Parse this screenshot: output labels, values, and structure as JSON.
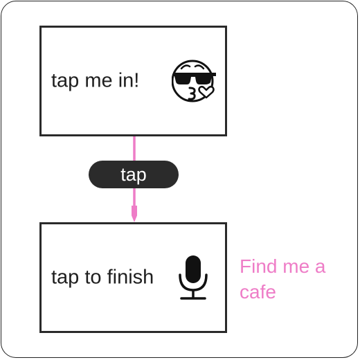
{
  "nodes": {
    "start": {
      "label": "tap me in!",
      "icon": "kissing-sunglasses-emoji-icon"
    },
    "end": {
      "label": "tap to finish",
      "icon": "microphone-icon"
    }
  },
  "edge": {
    "label": "tap"
  },
  "note": {
    "text": "Find me a cafe"
  },
  "colors": {
    "accent": "#ee7dc7",
    "stroke": "#2a2a2a",
    "pill_fill": "#2b2b2b",
    "background": "#ffffff"
  }
}
